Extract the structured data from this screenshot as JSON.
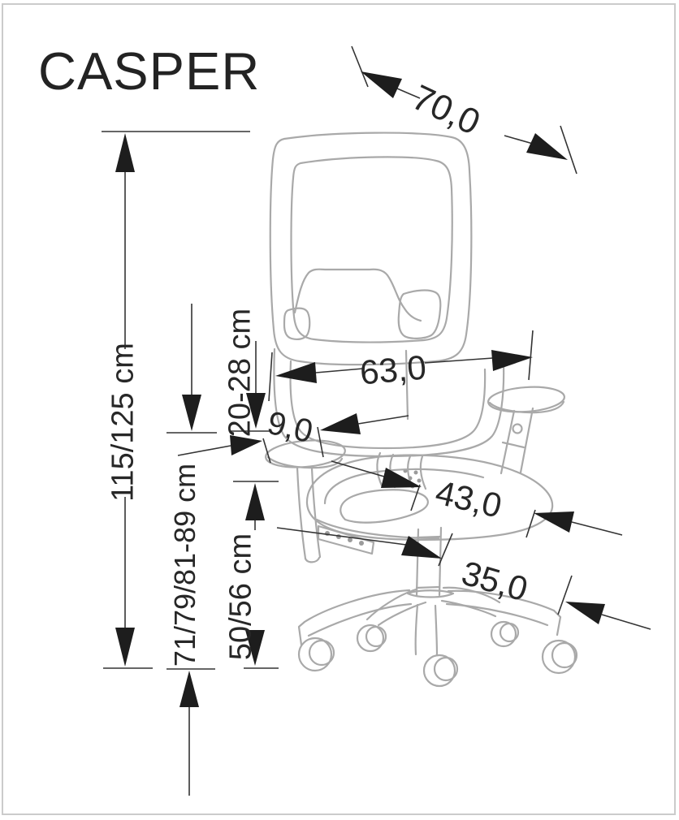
{
  "page": {
    "title": "CASPER"
  },
  "colors": {
    "background": "#ffffff",
    "frame_border": "#cbcbcb",
    "drawing_stroke": "#a9a9a9",
    "dimension_stroke": "#343434",
    "arrow_fill": "#1d1d1d",
    "text": "#272727"
  },
  "dimension_labels": {
    "diagonal_depth": "70,0",
    "total_height": "115/125 cm",
    "backrest_width": "63,0",
    "armrest_height_range": "20-28 cm",
    "armrest_offset": "9,0",
    "seat_width": "43,0",
    "base_leg_length": "35,0",
    "backrest_height_range": "71/79/81-89 cm",
    "seat_height_range": "50/56 cm"
  }
}
